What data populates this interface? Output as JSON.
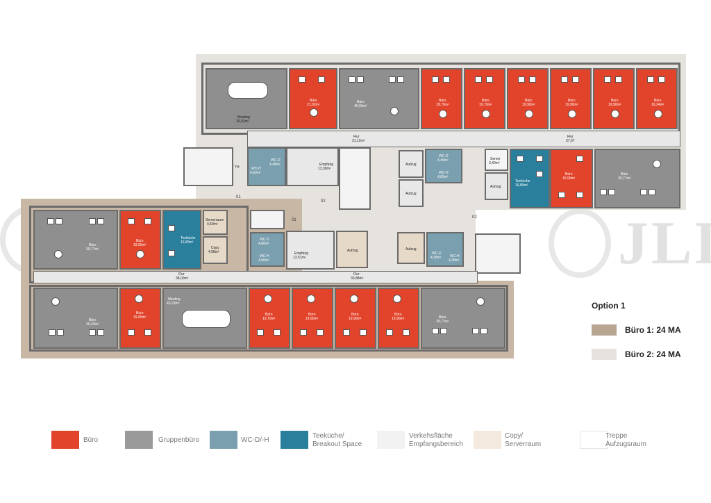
{
  "floorplan": {
    "upper_rooms": [
      {
        "label": "Meeting",
        "area": "26,63m²"
      },
      {
        "label": "Büro",
        "area": "21,02m²"
      },
      {
        "label": "Büro",
        "area": "40,93m²"
      },
      {
        "label": "Büro",
        "area": "19,70m²"
      },
      {
        "label": "Büro",
        "area": "19,70m²"
      },
      {
        "label": "Büro",
        "area": "19,90m²"
      },
      {
        "label": "Büro",
        "area": "19,90m²"
      },
      {
        "label": "Büro",
        "area": "19,90m²"
      },
      {
        "label": "Büro",
        "area": "19,24m²"
      }
    ],
    "upper_mid": [
      {
        "label": "Flur",
        "area": "31,12m²"
      },
      {
        "label": "Flur",
        "area": "37,07"
      },
      {
        "label": "Empfang",
        "area": "13,30m²"
      },
      {
        "label": "Aufzug",
        "area": ""
      },
      {
        "label": "Aufzug",
        "area": ""
      },
      {
        "label": "Aufzug",
        "area": ""
      },
      {
        "label": "Server",
        "area": "3,40m²"
      },
      {
        "label": "Teeküche",
        "area": "16,80m²"
      },
      {
        "label": "Büro",
        "area": "19,90m²"
      },
      {
        "label": "Büro",
        "area": "39,77m²"
      },
      {
        "label": "TH",
        "area": ""
      }
    ],
    "wc_upper": [
      {
        "label": "WC-D",
        "area": "4,48m²"
      },
      {
        "label": "WC-H",
        "area": "4,60m²"
      },
      {
        "label": "WC-D",
        "area": "4,46m²"
      },
      {
        "label": "WC-H",
        "area": "4,60m²"
      }
    ],
    "lower_rooms": [
      {
        "label": "Büro",
        "area": "39,77m²"
      },
      {
        "label": "Büro",
        "area": "19,90m²"
      },
      {
        "label": "Teeküche",
        "area": "16,80m²"
      },
      {
        "label": "Serverraum",
        "area": "4,50m²"
      },
      {
        "label": "Copy",
        "area": "4,98m²"
      },
      {
        "label": "WC-D",
        "area": "4,60m²"
      },
      {
        "label": "WC-H",
        "area": "4,60m²"
      },
      {
        "label": "Empfang",
        "area": "13,51m²"
      },
      {
        "label": "Aufzug",
        "area": ""
      },
      {
        "label": "Aufzug",
        "area": ""
      },
      {
        "label": "WC-D",
        "area": "4,38m²"
      },
      {
        "label": "WC-H",
        "area": "4,38m²"
      },
      {
        "label": "Flur",
        "area": "38,00m²"
      },
      {
        "label": "Flur",
        "area": "30,88m²"
      }
    ],
    "bottom_rooms": [
      {
        "label": "Büro",
        "area": "40,43m²"
      },
      {
        "label": "Büro",
        "area": "19,90m²"
      },
      {
        "label": "Meeting",
        "area": "40,23m²"
      },
      {
        "label": "Büro",
        "area": "19,70m²"
      },
      {
        "label": "Büro",
        "area": "19,90m²"
      },
      {
        "label": "Büro",
        "area": "19,90m²"
      },
      {
        "label": "Büro",
        "area": "19,90m²"
      },
      {
        "label": "Büro",
        "area": "39,77m²"
      }
    ],
    "markers": [
      "01",
      "02",
      "01",
      "02"
    ]
  },
  "option": {
    "title": "Option 1",
    "items": [
      {
        "label": "Büro 1: 24 MA",
        "color": "#b8a693"
      },
      {
        "label": "Büro 2: 24 MA",
        "color": "#e6e2dd"
      }
    ]
  },
  "legend": [
    {
      "label": "Büro",
      "color": "#e2442b"
    },
    {
      "label": "Gruppenbüro",
      "color": "#9a9a9a"
    },
    {
      "label": "WC-D/-H",
      "color": "#7a9fae"
    },
    {
      "label": "Teeküche/\nBreakout Space",
      "color": "#2a7f9c"
    },
    {
      "label": "Verkehsfläche\nEmpfangsbereich",
      "color": "#f2f2f2"
    },
    {
      "label": "Copy/\nServerraum",
      "color": "#f3e9df"
    },
    {
      "label": "Treppe\nAufzugsraum",
      "color": "#ffffff"
    }
  ],
  "watermark": "JLL"
}
